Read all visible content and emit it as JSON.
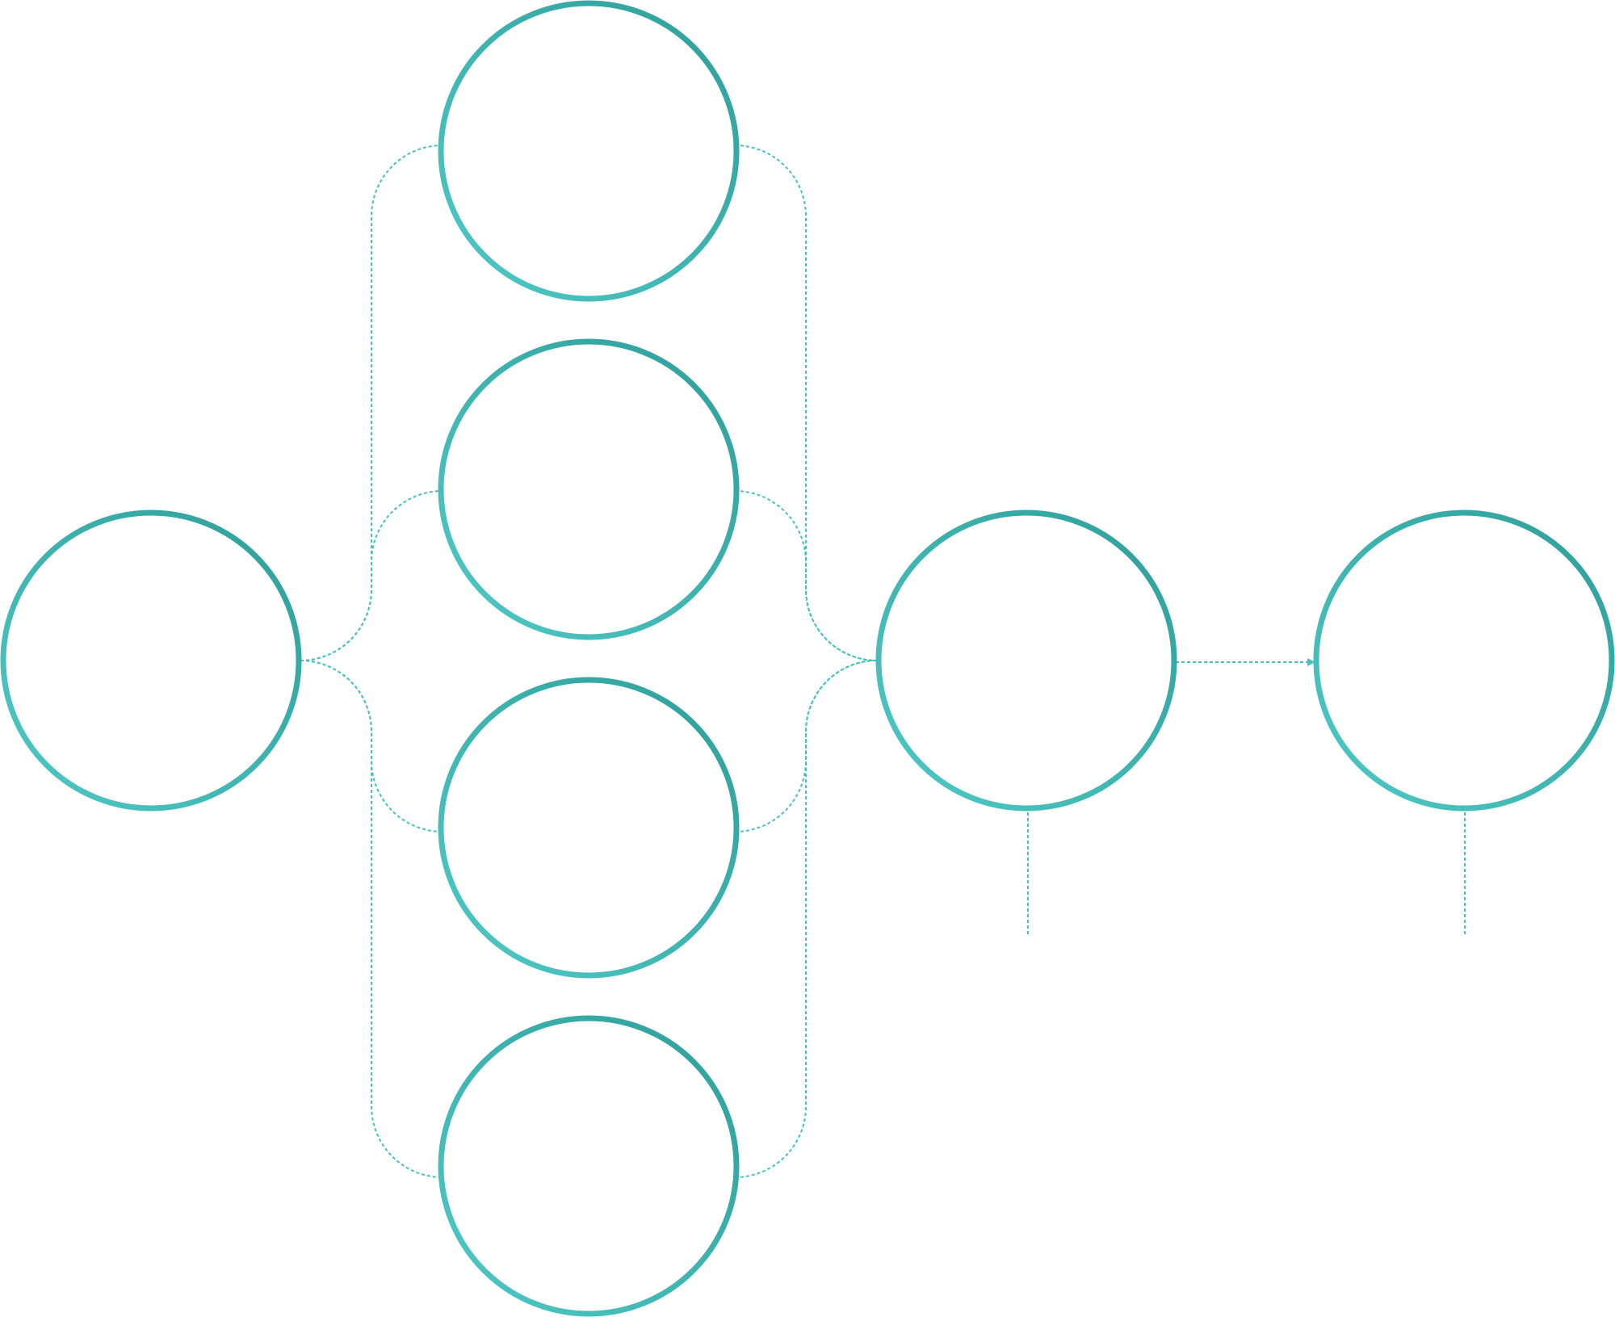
{
  "colors": {
    "ring_light": "#4fc9c6",
    "ring_dark": "#2f9e9a",
    "connector": "#45c2c0",
    "background": "#ffffff"
  },
  "nodes": [
    {
      "id": "source"
    },
    {
      "id": "branch-1"
    },
    {
      "id": "branch-2"
    },
    {
      "id": "branch-3"
    },
    {
      "id": "branch-4"
    },
    {
      "id": "merge"
    },
    {
      "id": "output"
    }
  ],
  "edges": [
    {
      "from": "source",
      "to": "branch-1",
      "style": "dashed"
    },
    {
      "from": "source",
      "to": "branch-2",
      "style": "dashed"
    },
    {
      "from": "source",
      "to": "branch-3",
      "style": "dashed"
    },
    {
      "from": "source",
      "to": "branch-4",
      "style": "dashed"
    },
    {
      "from": "branch-1",
      "to": "merge",
      "style": "dashed"
    },
    {
      "from": "branch-2",
      "to": "merge",
      "style": "dashed"
    },
    {
      "from": "branch-3",
      "to": "merge",
      "style": "dashed"
    },
    {
      "from": "branch-4",
      "to": "merge",
      "style": "dashed"
    },
    {
      "from": "merge",
      "to": "output",
      "style": "dashed",
      "arrow": true
    }
  ]
}
